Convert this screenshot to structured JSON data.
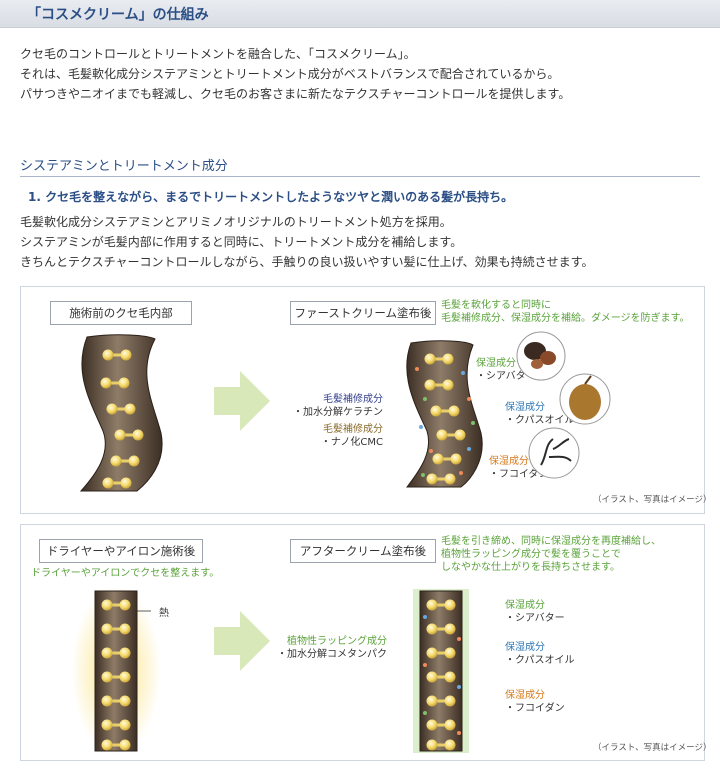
{
  "header": {
    "title": "「コスメクリーム」の仕組み"
  },
  "intro": [
    "クセ毛のコントロールとトリートメントを融合した、「コスメクリーム」。",
    "それは、毛髪軟化成分システアミンとトリートメント成分がベストバランスで配合されているから。",
    "パサつきやニオイまでも軽減し、クセ毛のお客さまに新たなテクスチャーコントロールを提供します。"
  ],
  "section": {
    "title": "システアミンとトリートメント成分"
  },
  "point": {
    "title": "1. クセ毛を整えながら、まるでトリートメントしたようなツヤと潤いのある髪が長持ち。"
  },
  "para": [
    "毛髪軟化成分システアミンとアリミノオリジナルのトリートメント処方を採用。",
    "システアミンが毛髪内部に作用すると同時に、トリートメント成分を補給します。",
    "きちんとテクスチャーコントロールしながら、手触りの良い扱いやすい髪に仕上げ、効果も持続させます。"
  ],
  "panel1": {
    "before_label": "施術前のクセ毛内部",
    "after_label": "ファーストクリーム塗布後",
    "note_lines": [
      "毛髪を軟化すると同時に",
      "毛髪補修成分、保湿成分を補給。ダメージを防ぎます。"
    ],
    "repair1": {
      "title": "毛髪補修成分",
      "item": "・加水分解ケラチン"
    },
    "repair2": {
      "title": "毛髪補修成分",
      "item": "・ナノ化CMC"
    },
    "moist1": {
      "title": "保湿成分",
      "item": "・シアバター"
    },
    "moist2": {
      "title": "保湿成分",
      "item": "・クパスオイル"
    },
    "moist3": {
      "title": "保湿成分",
      "item": "・フコイダン"
    },
    "caption": "（イラスト、写真はイメージ）"
  },
  "panel2": {
    "before_label": "ドライヤーやアイロン施術後",
    "before_note": "ドライヤーやアイロンでクセを整えます。",
    "heat_label": "熱",
    "after_label": "アフタークリーム塗布後",
    "note_lines": [
      "毛髪を引き締め、同時に保湿成分を再度補給し、",
      "植物性ラッピング成分で髪を覆うことで",
      "しなやかな仕上がりを長持ちさせます。"
    ],
    "wrap": {
      "title": "植物性ラッピング成分",
      "item": "・加水分解コメタンパク"
    },
    "moist1": {
      "title": "保湿成分",
      "item": "・シアバター"
    },
    "moist2": {
      "title": "保湿成分",
      "item": "・クパスオイル"
    },
    "moist3": {
      "title": "保湿成分",
      "item": "・フコイダン"
    },
    "caption": "（イラスト、写真はイメージ）"
  }
}
